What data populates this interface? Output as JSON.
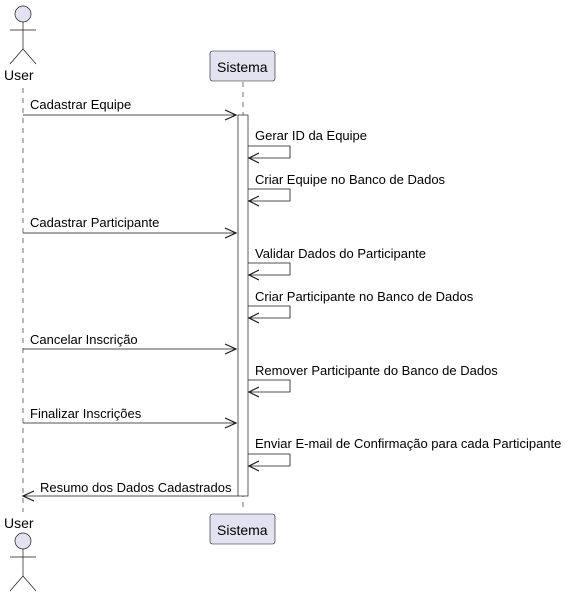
{
  "diagram": {
    "type": "sequence",
    "participants": {
      "user": {
        "label": "User",
        "kind": "actor"
      },
      "sistema": {
        "label": "Sistema",
        "kind": "participant"
      }
    },
    "messages": [
      {
        "text": "Cadastrar Equipe",
        "from": "user",
        "to": "sistema"
      },
      {
        "text": "Gerar ID da Equipe",
        "from": "sistema",
        "to": "sistema"
      },
      {
        "text": "Criar Equipe no Banco de Dados",
        "from": "sistema",
        "to": "sistema"
      },
      {
        "text": "Cadastrar Participante",
        "from": "user",
        "to": "sistema"
      },
      {
        "text": "Validar Dados do Participante",
        "from": "sistema",
        "to": "sistema"
      },
      {
        "text": "Criar Participante no Banco de Dados",
        "from": "sistema",
        "to": "sistema"
      },
      {
        "text": "Cancelar Inscrição",
        "from": "user",
        "to": "sistema"
      },
      {
        "text": "Remover Participante do Banco de Dados",
        "from": "sistema",
        "to": "sistema"
      },
      {
        "text": "Finalizar Inscrições",
        "from": "user",
        "to": "sistema"
      },
      {
        "text": "Enviar E-mail de Confirmação para cada Participante",
        "from": "sistema",
        "to": "sistema"
      },
      {
        "text": "Resumo dos Dados Cadastrados",
        "from": "sistema",
        "to": "user"
      }
    ],
    "colors": {
      "participant_fill": "#e2e2f0",
      "participant_border": "#181818",
      "actor_fill": "#e2e2f0",
      "lifeline": "#181818",
      "activation_fill": "#ffffff",
      "arrow": "#181818"
    }
  }
}
